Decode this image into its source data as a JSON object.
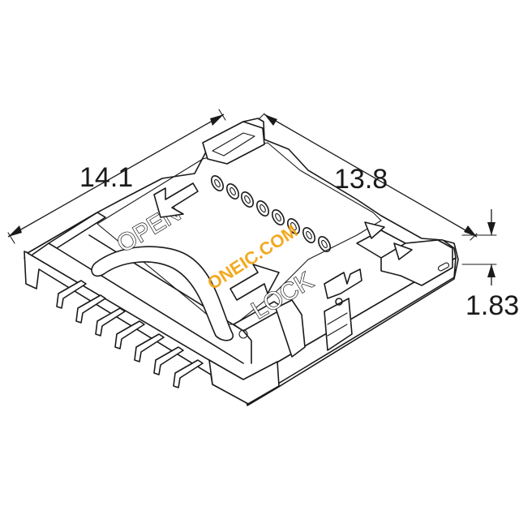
{
  "dimensions": {
    "length": "14.1",
    "width": "13.8",
    "height": "1.83"
  },
  "markings": {
    "open_label": "OPEN",
    "lock_label": "LOCK"
  },
  "watermark": {
    "text": "ONEIC.COM",
    "color": "#f2a20f"
  },
  "icons": {
    "open_arrow": "arrow-down-left-icon",
    "lock_arrow": "arrow-up-right-icon",
    "triangle_markers": "triangle-right-icon"
  }
}
